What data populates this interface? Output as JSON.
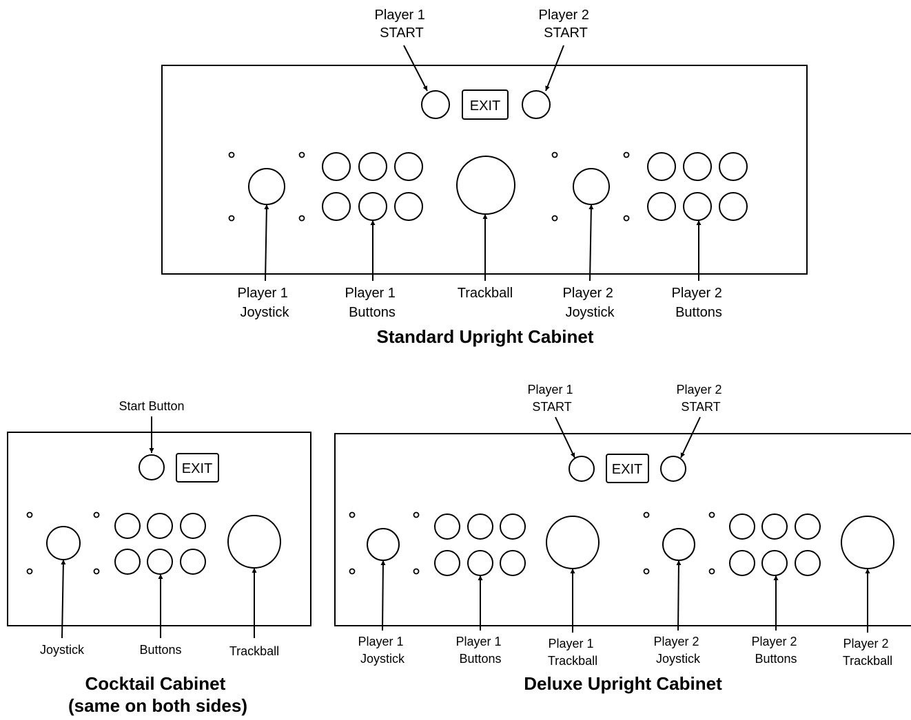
{
  "colors": {
    "line": "#000000",
    "background": "#ffffff"
  },
  "standard": {
    "title": "Standard Upright Cabinet",
    "exit": "EXIT",
    "p1_start": [
      "Player 1",
      "START"
    ],
    "p2_start": [
      "Player 2",
      "START"
    ],
    "p1_joystick": [
      "Player 1",
      "Joystick"
    ],
    "p1_buttons": [
      "Player 1",
      "Buttons"
    ],
    "trackball": [
      "Trackball"
    ],
    "p2_joystick": [
      "Player 2",
      "Joystick"
    ],
    "p2_buttons": [
      "Player 2",
      "Buttons"
    ]
  },
  "cocktail": {
    "title": [
      "Cocktail Cabinet",
      "(same on both sides)"
    ],
    "exit": "EXIT",
    "start": [
      "Start Button"
    ],
    "joystick": [
      "Joystick"
    ],
    "buttons": [
      "Buttons"
    ],
    "trackball": [
      "Trackball"
    ]
  },
  "deluxe": {
    "title": "Deluxe Upright Cabinet",
    "exit": "EXIT",
    "p1_start": [
      "Player 1",
      "START"
    ],
    "p2_start": [
      "Player 2",
      "START"
    ],
    "p1_joystick": [
      "Player 1",
      "Joystick"
    ],
    "p1_buttons": [
      "Player 1",
      "Buttons"
    ],
    "p1_trackball": [
      "Player 1",
      "Trackball"
    ],
    "p2_joystick": [
      "Player 2",
      "Joystick"
    ],
    "p2_buttons": [
      "Player 2",
      "Buttons"
    ],
    "p2_trackball": [
      "Player 2",
      "Trackball"
    ]
  }
}
